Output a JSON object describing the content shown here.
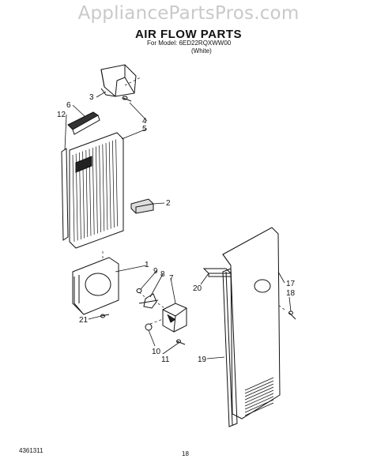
{
  "watermark": "AppliancePartsPros.com",
  "title": "AIR FLOW PARTS",
  "model_line": "For Model: 6ED22RQXWW00",
  "color_line": "(White)",
  "footer": {
    "doc_number": "4361311",
    "page": "18"
  },
  "callouts": [
    "1",
    "2",
    "3",
    "4",
    "5",
    "6",
    "7",
    "8",
    "9",
    "10",
    "11",
    "12",
    "17",
    "18",
    "19",
    "20",
    "21"
  ]
}
